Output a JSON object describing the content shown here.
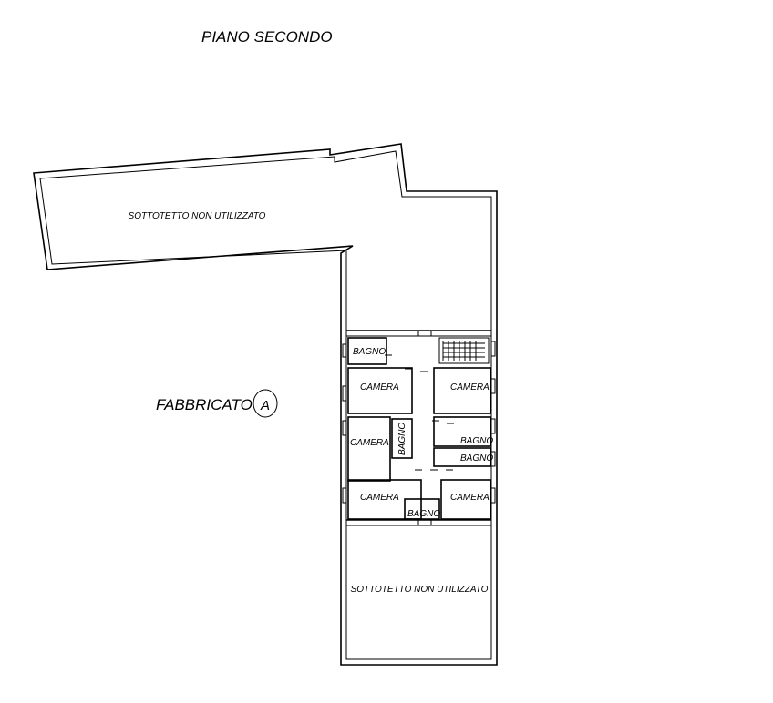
{
  "title": "PIANO SECONDO",
  "building_label": "FABBRICATO",
  "building_id": "A",
  "rooms": {
    "attic_upper": "SOTTOTETTO NON UTILIZZATO",
    "attic_lower": "SOTTOTETTO NON UTILIZZATO",
    "bagno_top_left": "BAGNO",
    "camera_left_1": "CAMERA",
    "camera_right_1": "CAMERA",
    "camera_left_2": "CAMERA",
    "bagno_vertical": "BAGNO",
    "bagno_right_1": "BAGNO",
    "bagno_right_2": "BAGNO",
    "camera_left_3": "CAMERA",
    "camera_right_3": "CAMERA",
    "bagno_bottom": "BAGNO"
  }
}
